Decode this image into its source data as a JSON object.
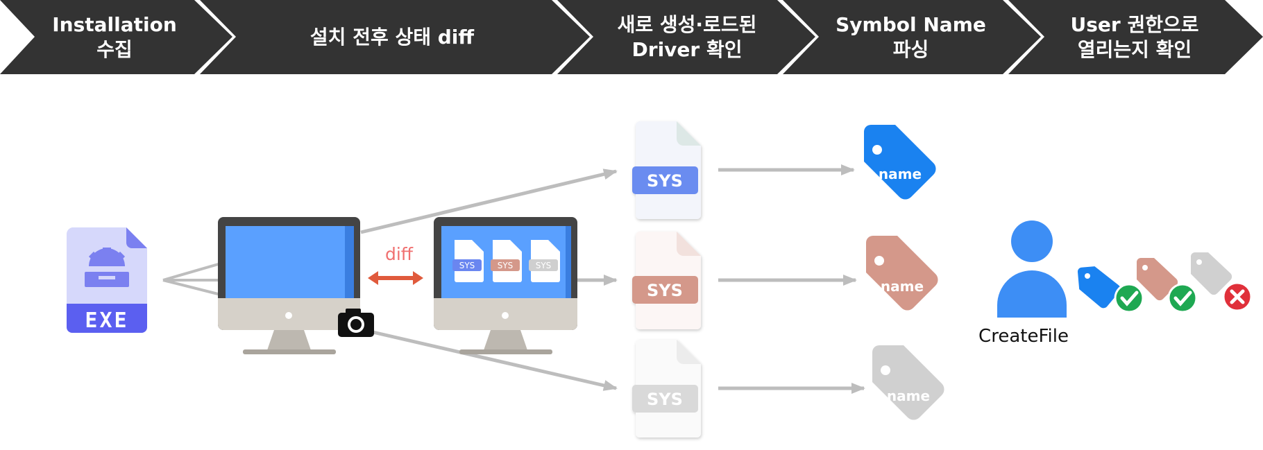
{
  "steps": [
    {
      "label": "Installation\n수집"
    },
    {
      "label": "설치 전후 상태 diff"
    },
    {
      "label": "새로 생성·로드된\nDriver 확인"
    },
    {
      "label": "Symbol Name\n파싱"
    },
    {
      "label": "User 권한으로\n열리는지 확인"
    }
  ],
  "installer": {
    "label": "EXE"
  },
  "diff": {
    "label": "diff"
  },
  "mini_files": [
    {
      "label": "SYS"
    },
    {
      "label": "SYS"
    },
    {
      "label": "SYS"
    }
  ],
  "drivers": [
    {
      "label": "SYS",
      "status": "accessible"
    },
    {
      "label": "SYS",
      "status": "accessible"
    },
    {
      "label": "SYS",
      "status": "denied"
    }
  ],
  "tags": [
    {
      "label": "name"
    },
    {
      "label": "name"
    },
    {
      "label": "name"
    }
  ],
  "check": {
    "label": "CreateFile"
  },
  "colors": {
    "banner": "#333333",
    "blue": "#1a82f0",
    "salmon": "#d4988a",
    "gray": "#cfcfcf",
    "diff_arrow": "#e05a3c",
    "ok": "#1ea852",
    "fail": "#e0303a"
  }
}
